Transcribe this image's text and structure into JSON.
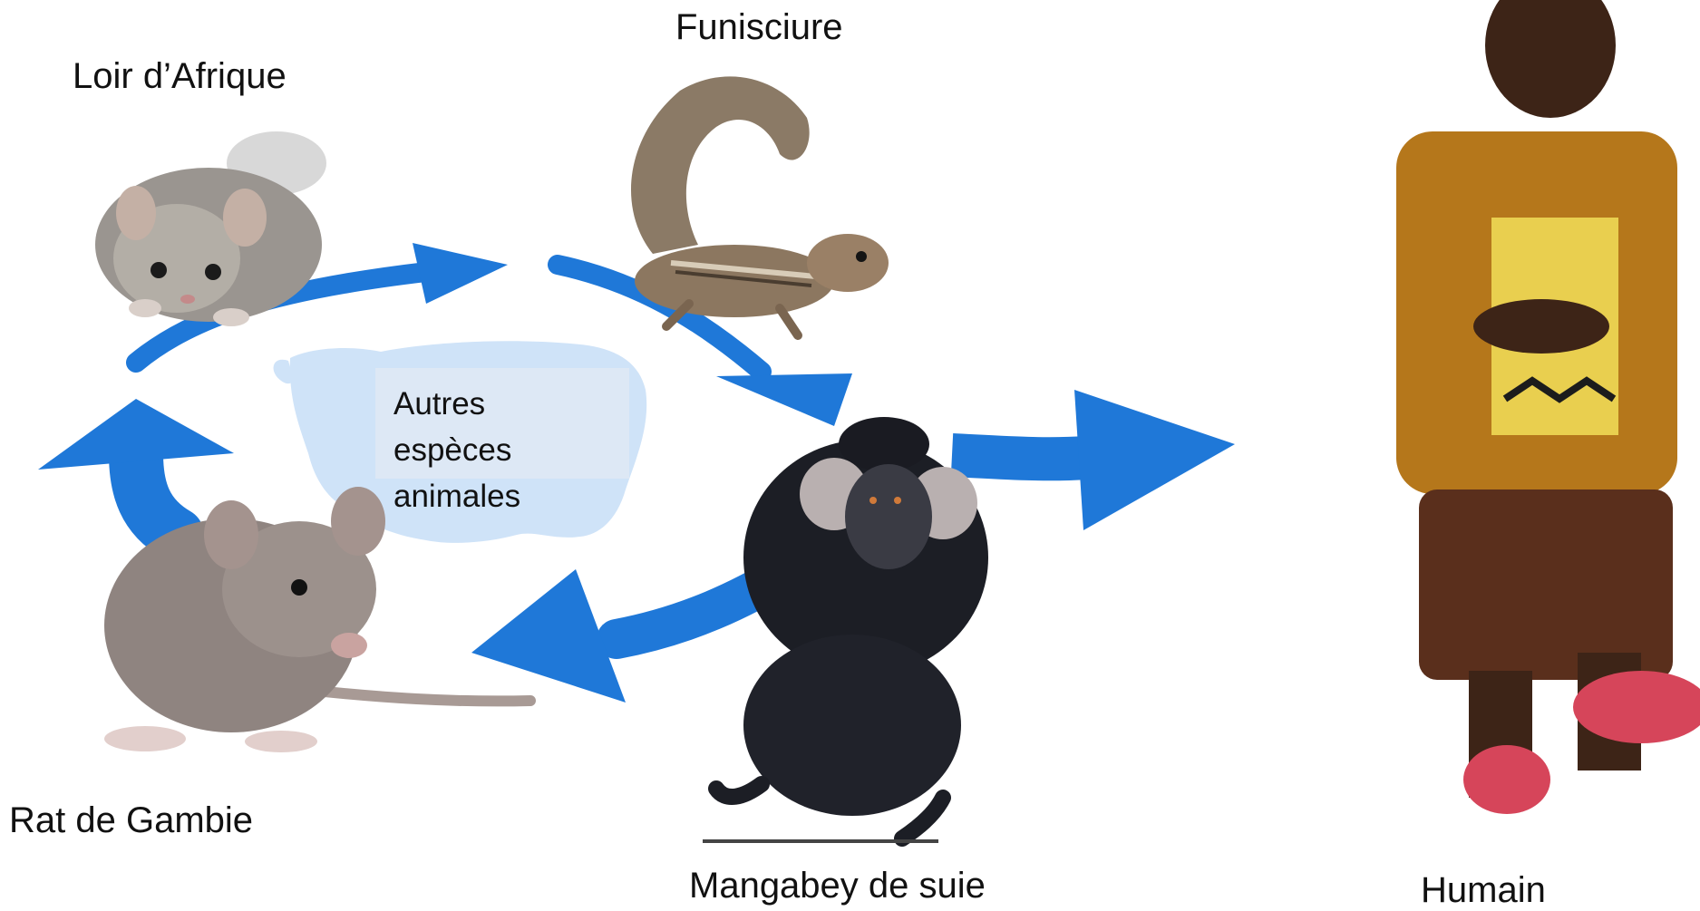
{
  "labels": {
    "loir": "Loir d’Afrique",
    "funisciure": "Funisciure",
    "rat": "Rat de Gambie",
    "mangabey": "Mangabey de suie",
    "humain": "Humain"
  },
  "center_box": {
    "line1": "Autres",
    "line2": "espèces",
    "line3": "animales"
  },
  "colors": {
    "arrow": "#1f78d8",
    "silhouette": "#cfe3f8",
    "box": "#dde8f5"
  }
}
